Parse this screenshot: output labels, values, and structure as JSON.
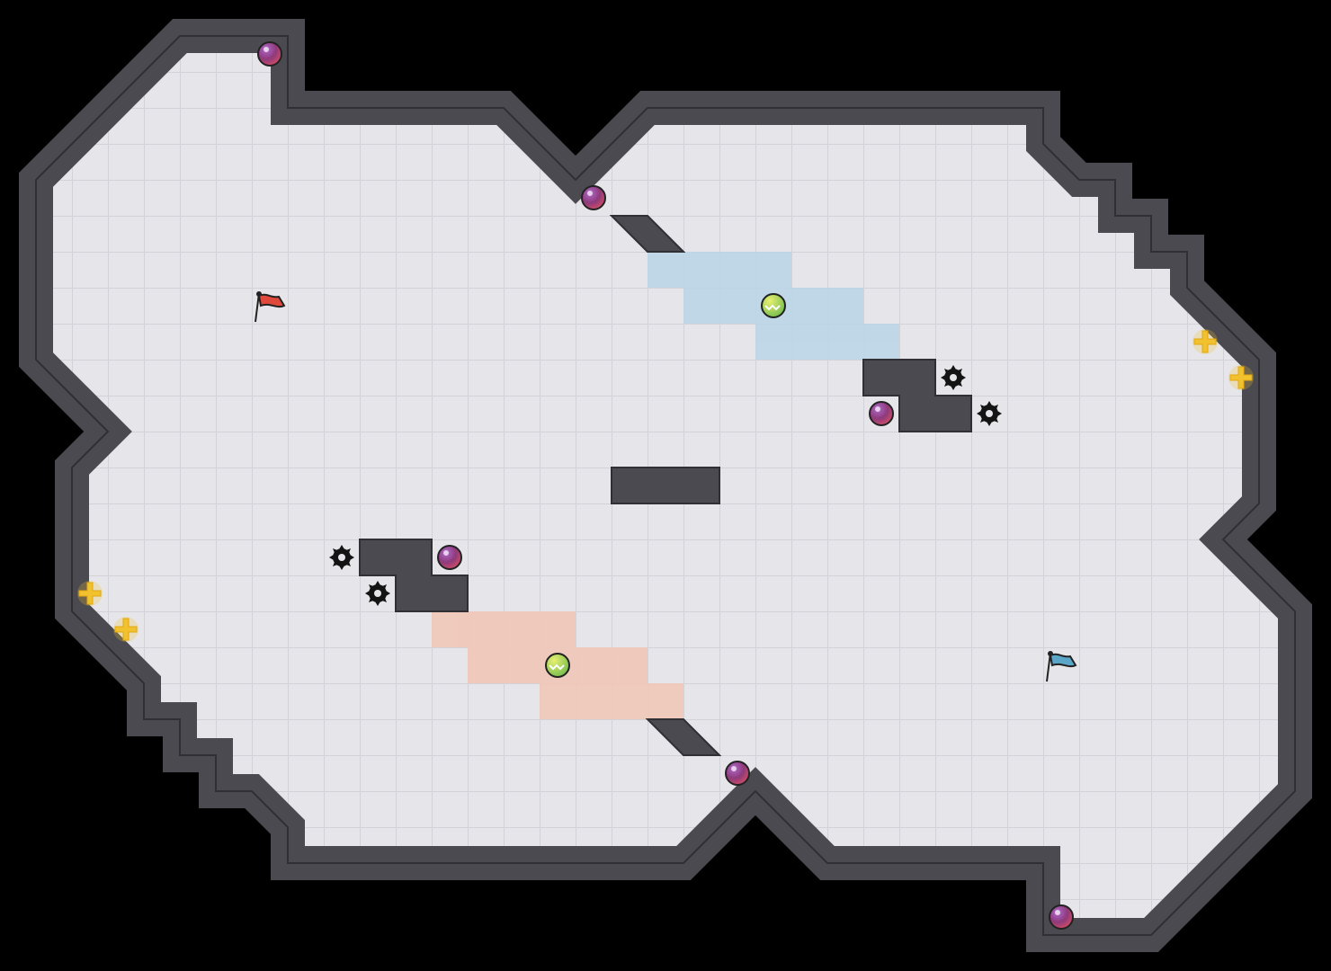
{
  "map": {
    "description_hidden": "",
    "colors": {
      "background": "#000000",
      "floor": "#e6e6ea",
      "floor_line": "#d2d2d8",
      "wall": "#4a4a50",
      "wall_edge": "#2f2f34",
      "red_zone": "#f0c8b8",
      "blue_zone": "#bcd6e8",
      "red_flag": "#e04a3c",
      "blue_flag": "#5aa6c8",
      "powerup": "#f2c12e",
      "spike": "#141414"
    }
  },
  "entities": {
    "flags": [
      {
        "name": "red-flag",
        "team": "red"
      },
      {
        "name": "blue-flag",
        "team": "blue"
      }
    ],
    "boosts": 8,
    "spikes": 4,
    "powerups": 4,
    "team_boosts": 2
  }
}
